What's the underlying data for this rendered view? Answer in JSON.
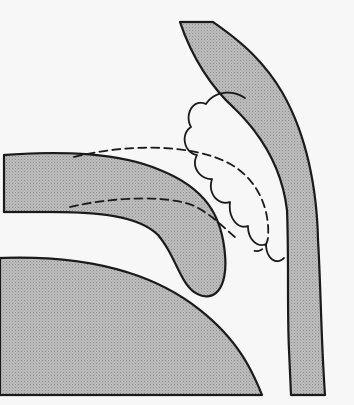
{
  "figure": {
    "background_color": "#f7f7f7",
    "fill_color": "#bdbdbd",
    "stroke_color": "#1a1a1a",
    "elements": [
      {
        "name": "posterior-wall",
        "style": "filled"
      },
      {
        "name": "lower-rounded-mass",
        "style": "filled"
      },
      {
        "name": "upper-curved-band",
        "style": "filled"
      },
      {
        "name": "lobulated-mass",
        "style": "outline"
      },
      {
        "name": "dashed-upper-contour",
        "style": "dashed"
      },
      {
        "name": "dashed-lower-contour",
        "style": "dashed"
      }
    ]
  }
}
